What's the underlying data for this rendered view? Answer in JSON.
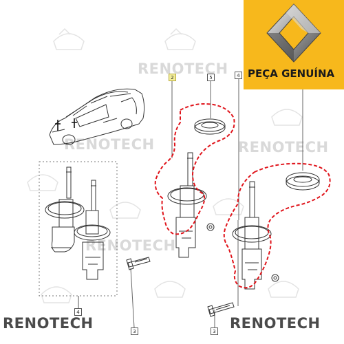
{
  "watermark": {
    "brand": "RENOTECH"
  },
  "badge": {
    "label": "PEÇA GENUÍNA",
    "brand_color": "#f7b81c",
    "logo": "renault-diamond-icon"
  },
  "callouts": [
    {
      "id": "callout-2",
      "label": "2",
      "highlighted": true
    },
    {
      "id": "callout-5",
      "label": "5",
      "highlighted": false
    },
    {
      "id": "callout-4-top",
      "label": "4",
      "highlighted": false
    },
    {
      "id": "callout-3-left",
      "label": "3",
      "highlighted": false
    },
    {
      "id": "callout-4-bottom",
      "label": "4",
      "highlighted": false
    },
    {
      "id": "callout-3-right",
      "label": "3",
      "highlighted": false
    }
  ],
  "colors": {
    "highlight_dash": "#e0141b",
    "line": "#333333",
    "watermark": "#d9d9d9"
  }
}
